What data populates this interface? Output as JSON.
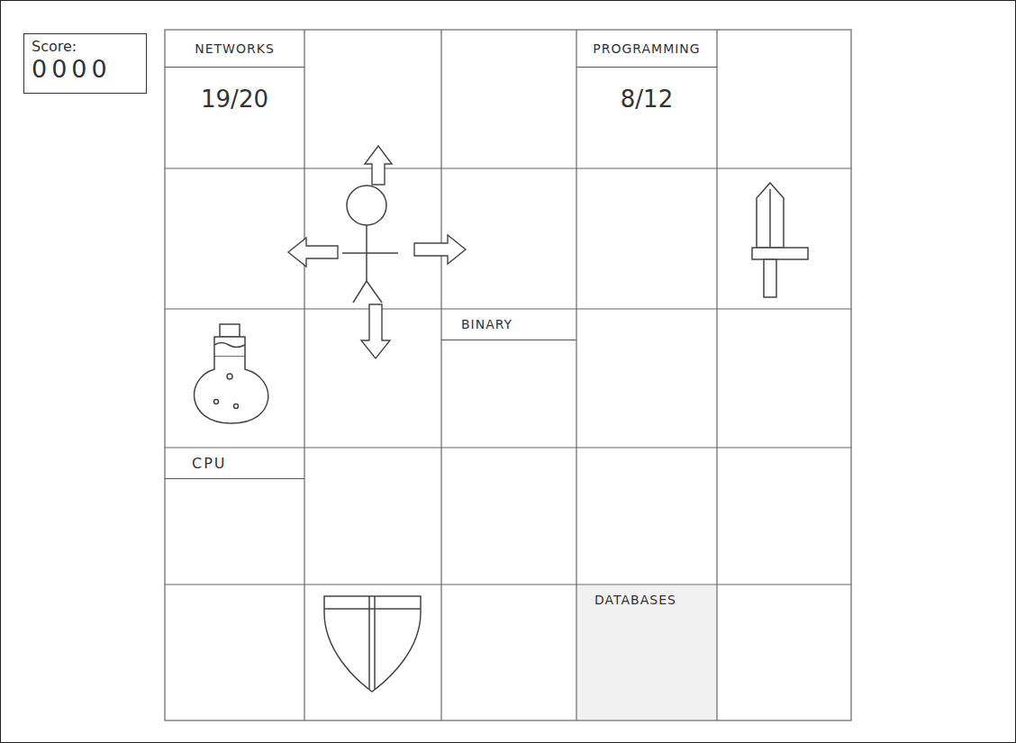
{
  "diagram": {
    "nodes": [
      {
        "text": [
          "Score:",
          "0000"
        ]
      },
      {
        "text": [
          "NETWORKS",
          "19/20"
        ]
      },
      {
        "text": [
          "PROGRAMMING",
          "8/12"
        ]
      },
      {
        "text": [
          "BINARY"
        ]
      },
      {
        "text": [
          "CPU"
        ]
      },
      {
        "text": [
          "DATABASES"
        ]
      }
    ]
  }
}
